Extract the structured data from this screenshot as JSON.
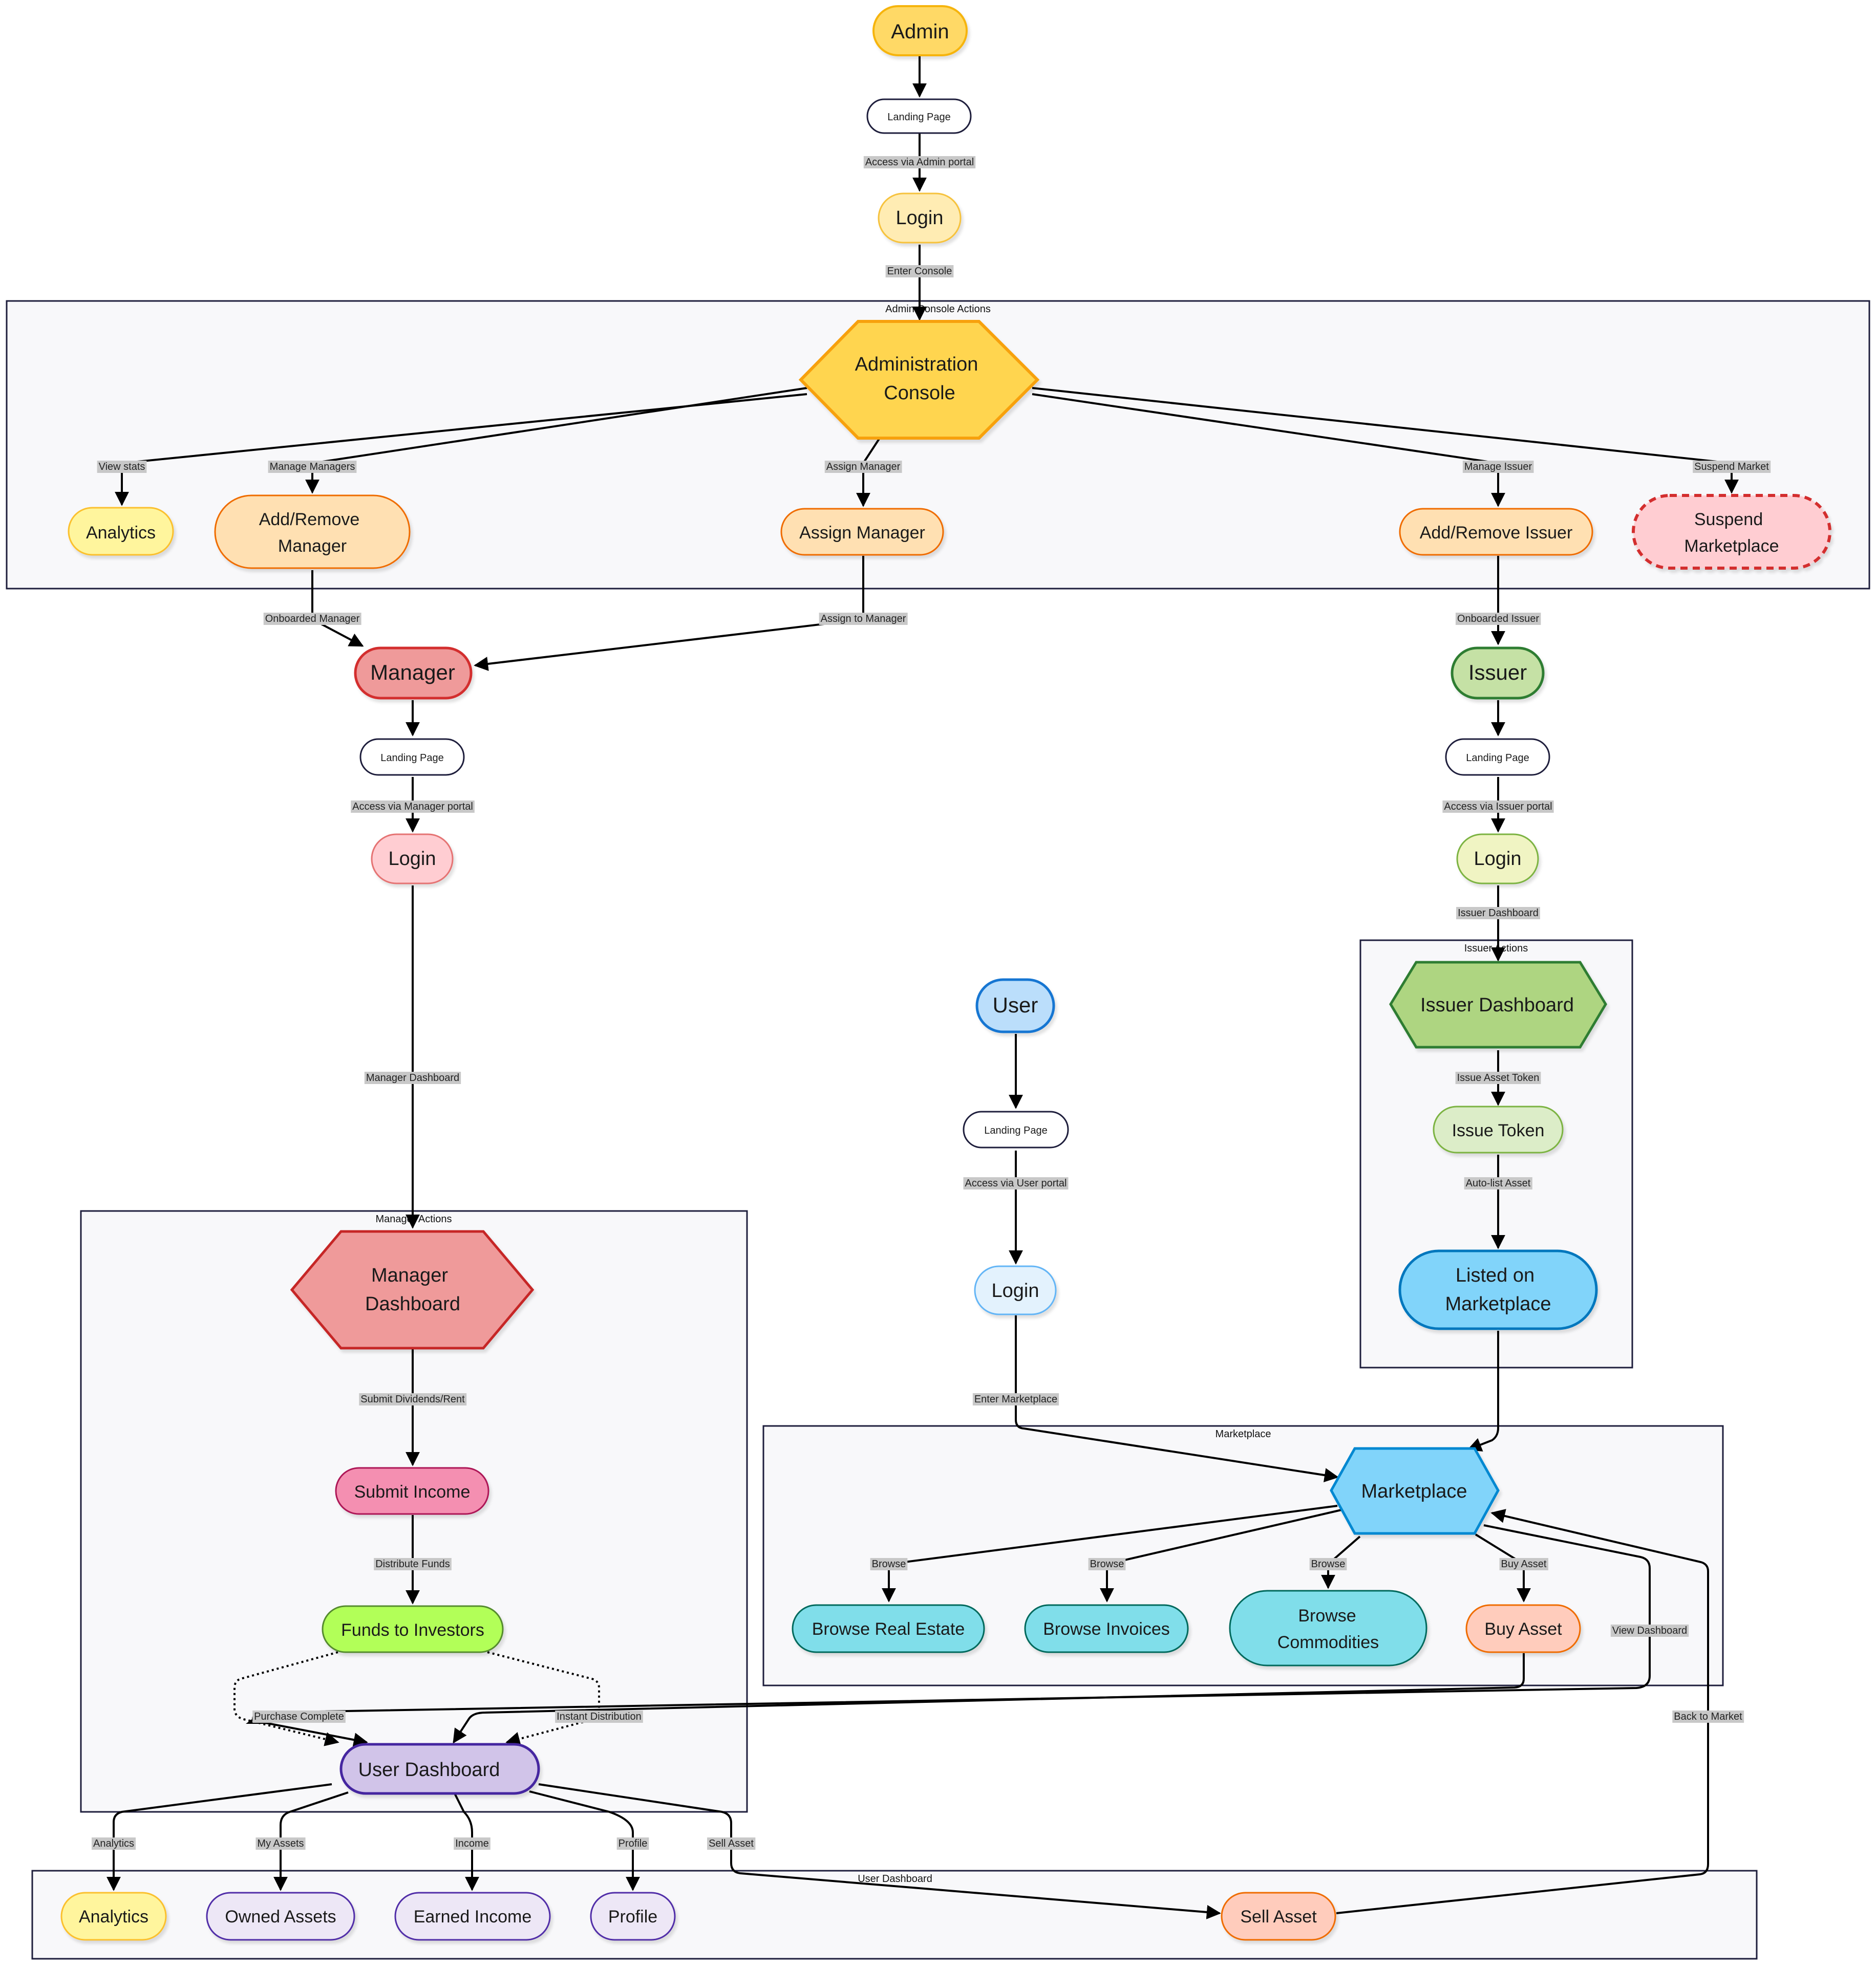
{
  "clusters": {
    "admin_console": "Admin Console Actions",
    "issuer_actions": "Issuer Actions",
    "manager_actions": "Manager Actions",
    "marketplace": "Marketplace",
    "user_dashboard": "User Dashboard"
  },
  "nodes": {
    "admin": "Admin",
    "admin_landing": "Landing Page",
    "admin_login": "Login",
    "admin_console": [
      "Administration",
      "Console"
    ],
    "analytics_admin": "Analytics",
    "add_remove_manager": [
      "Add/Remove",
      "Manager"
    ],
    "assign_manager": "Assign Manager",
    "add_remove_issuer": "Add/Remove Issuer",
    "suspend_marketplace": [
      "Suspend",
      "Marketplace"
    ],
    "manager": "Manager",
    "manager_landing": "Landing Page",
    "manager_login": "Login",
    "issuer": "Issuer",
    "issuer_landing": "Landing Page",
    "issuer_login": "Login",
    "issuer_dashboard": "Issuer Dashboard",
    "issue_token": "Issue Token",
    "listed_on_marketplace": [
      "Listed on",
      "Marketplace"
    ],
    "user": "User",
    "user_landing": "Landing Page",
    "user_login": "Login",
    "manager_dashboard": [
      "Manager",
      "Dashboard"
    ],
    "submit_income": "Submit Income",
    "funds_to_investors": "Funds to Investors",
    "user_dashboard": "User Dashboard",
    "marketplace": "Marketplace",
    "browse_real_estate": "Browse Real Estate",
    "browse_invoices": "Browse Invoices",
    "browse_commodities": [
      "Browse",
      "Commodities"
    ],
    "buy_asset": "Buy Asset",
    "analytics_user": "Analytics",
    "owned_assets": "Owned Assets",
    "earned_income": "Earned Income",
    "profile": "Profile",
    "sell_asset": "Sell Asset"
  },
  "edge_labels": {
    "access_admin": "Access via Admin portal",
    "enter_console": "Enter Console",
    "view_stats": "View stats",
    "manage_managers": "Manage Managers",
    "assign_manager": "Assign Manager",
    "manage_issuer": "Manage Issuer",
    "suspend_market": "Suspend Market",
    "onboarded_manager": "Onboarded Manager",
    "assign_to_manager": "Assign to Manager",
    "onboarded_issuer": "Onboarded Issuer",
    "access_manager": "Access via Manager portal",
    "access_issuer": "Access via Issuer portal",
    "issuer_dashboard": "Issuer Dashboard",
    "manager_dashboard": "Manager Dashboard",
    "issue_asset_token": "Issue Asset Token",
    "auto_list_asset": "Auto-list Asset",
    "access_user": "Access via User portal",
    "enter_marketplace": "Enter Marketplace",
    "submit_dividends": "Submit Dividends/Rent",
    "distribute_funds": "Distribute Funds",
    "browse_1": "Browse",
    "browse_2": "Browse",
    "browse_3": "Browse",
    "buy_asset": "Buy Asset",
    "view_dashboard": "View Dashboard",
    "purchase_complete": "Purchase Complete",
    "instant_distribution": "Instant Distribution",
    "back_to_market": "Back to Market",
    "analytics": "Analytics",
    "my_assets": "My Assets",
    "income": "Income",
    "profile": "Profile",
    "sell_asset": "Sell Asset"
  },
  "colors": {
    "admin": "#ffd966",
    "manager": "#ef9a9a",
    "issuer": "#c5e1a5",
    "user": "#bbdefb",
    "marketplace": "#81d4fa",
    "suspend": "#ffcdd2"
  }
}
